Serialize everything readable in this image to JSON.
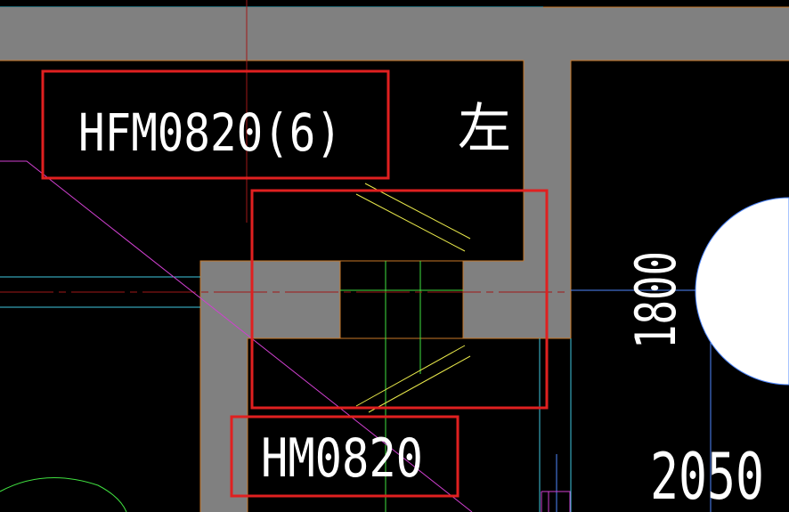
{
  "drawing": {
    "door_label_1": "HFM0820(6)",
    "side_char": "左",
    "door_label_2": "HM0820",
    "dimension_vertical": "1800",
    "dimension_horizontal": "2050"
  },
  "colors": {
    "background": "#000000",
    "wall_fill": "#808080",
    "wall_edge": "#c87828",
    "highlight_box": "#e02020",
    "door_swing": "#e8e84a",
    "axis_red": "#a01818",
    "cyan_line": "#40c8e0",
    "magenta_line": "#d040d0",
    "blue_line": "#5088ff",
    "green_line": "#40e040",
    "text_white": "#ffffff"
  }
}
